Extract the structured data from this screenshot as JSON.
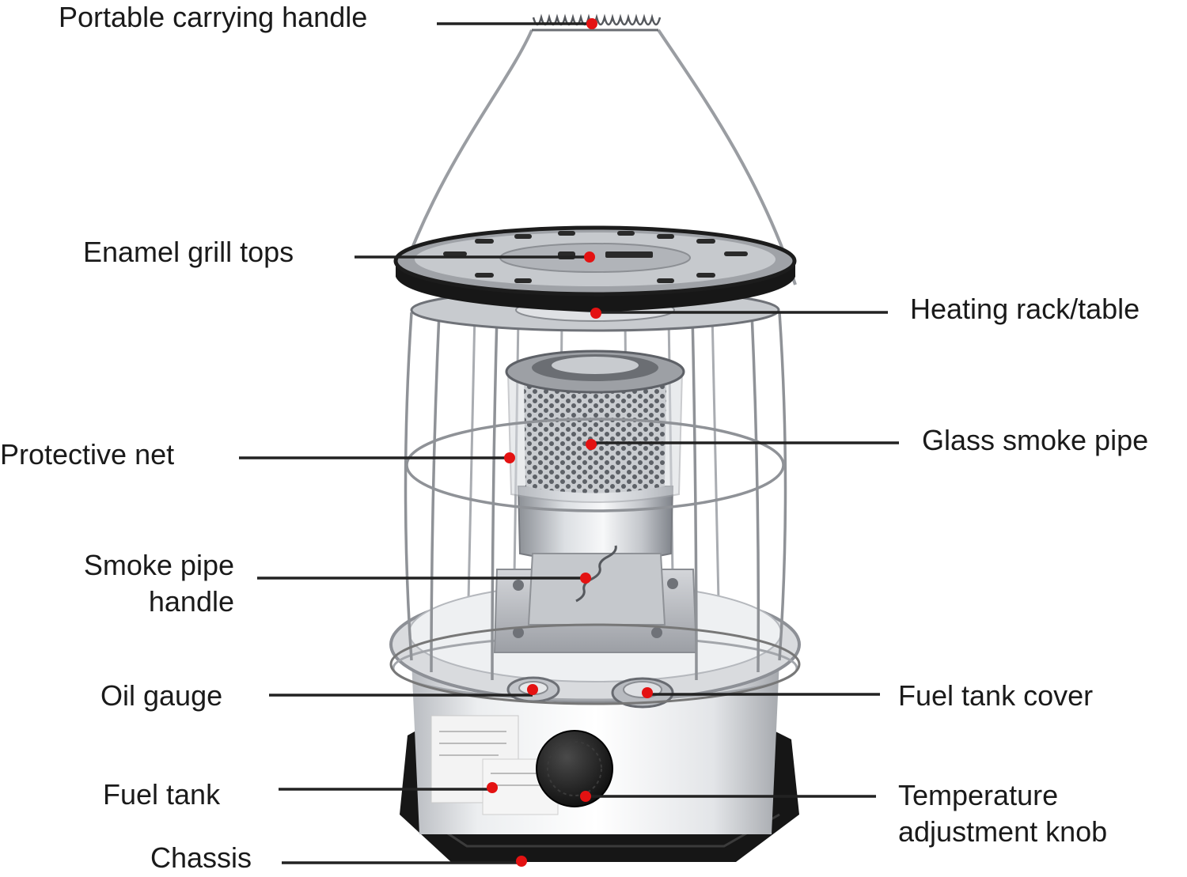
{
  "labels": {
    "carrying_handle": "Portable carrying handle",
    "grill_tops": "Enamel grill tops",
    "heating_rack": "Heating rack/table",
    "glass_pipe": "Glass smoke pipe",
    "protective_net": "Protective net",
    "smoke_handle_line1": "Smoke pipe",
    "smoke_handle_line2": "handle",
    "oil_gauge": "Oil gauge",
    "fuel_cover": "Fuel tank cover",
    "fuel_tank": "Fuel tank",
    "temp_knob_line1": "Temperature",
    "temp_knob_line2": "adjustment knob",
    "chassis": "Chassis"
  },
  "colors": {
    "text": "#1a1a1a",
    "leader": "#222222",
    "marker": "#e41212",
    "metal_light": "#e9eaec",
    "metal_dark": "#7d8086",
    "black": "#161616"
  }
}
